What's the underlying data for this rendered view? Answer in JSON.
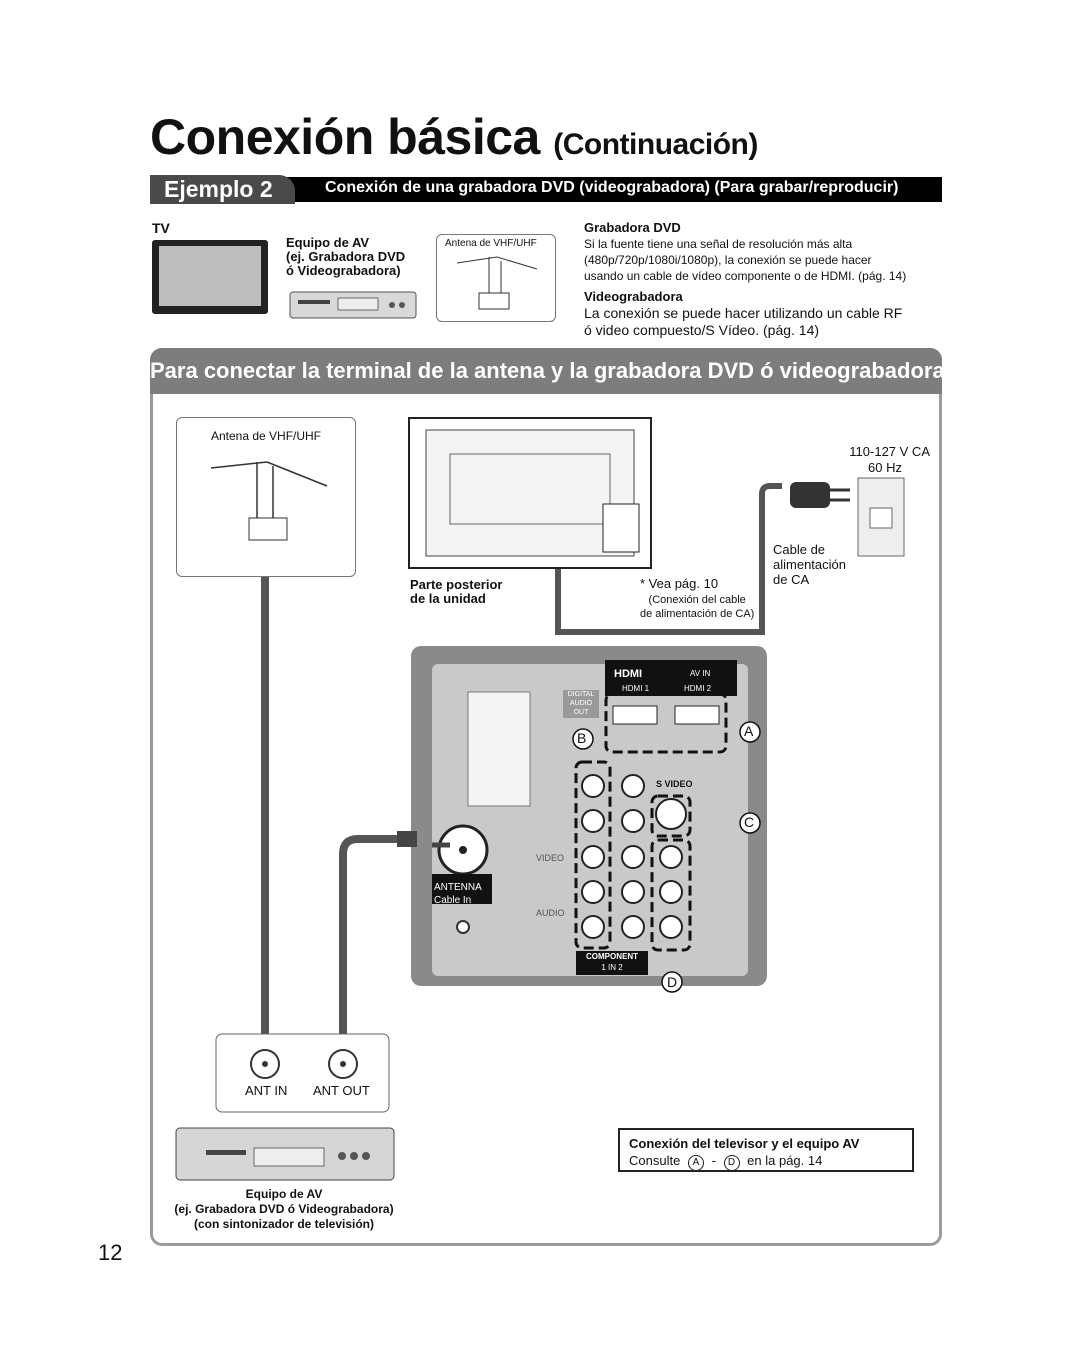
{
  "header": {
    "title": "Conexión básica",
    "subtitle": "(Continuación)"
  },
  "example": {
    "label": "Ejemplo 2",
    "description": "Conexión de una grabadora DVD (videograbadora) (Para grabar/reproducir)"
  },
  "overview": {
    "tv_label": "TV",
    "av_equipment": [
      "Equipo de AV",
      "(ej. Grabadora DVD",
      "ó Videograbadora)"
    ],
    "antenna_label": "Antena de VHF/UHF",
    "dvd_title": "Grabadora DVD",
    "dvd_text": [
      "Si la fuente tiene una señal de resolución más alta",
      "(480p/720p/1080i/1080p), la conexión se puede hacer",
      "usando un cable de vídeo componente o de HDMI. (pág. 14)"
    ],
    "vcr_title": "Videograbadora",
    "vcr_text": [
      "La conexión se puede hacer utilizando un cable RF",
      "ó video compuesto/S Vídeo. (pág. 14)"
    ]
  },
  "panel": {
    "heading": "Para conectar la terminal de la antena y la grabadora DVD ó videograbadora",
    "antenna_label": "Antena de VHF/UHF",
    "voltage": "110-127 V CA",
    "frequency": "60 Hz",
    "power_cable": [
      "Cable de",
      "alimentación",
      "de CA"
    ],
    "rear_label": [
      "Parte posterior",
      "de la unidad"
    ],
    "see_page": "* Vea pág. 10",
    "see_page_detail": [
      "(Conexión del cable",
      "de alimentación de CA)"
    ],
    "terminals": {
      "hdmi": "HDMI",
      "av_in": "AV IN",
      "hdmi1": "HDMI 1",
      "hdmi2": "HDMI 2",
      "digital_audio": [
        "DIGITAL",
        "AUDIO",
        "OUT"
      ],
      "svideo": "S VIDEO",
      "video": "VIDEO",
      "audio": "AUDIO",
      "antenna": [
        "ANTENNA",
        "Cable  In"
      ],
      "component": "COMPONENT",
      "in1": "1",
      "in_label": "IN",
      "in2": "2"
    },
    "callouts": [
      "A",
      "B",
      "C",
      "D"
    ],
    "ant_in": "ANT IN",
    "ant_out": "ANT OUT",
    "equipment_caption": [
      "Equipo de AV",
      "(ej. Grabadora DVD ó Videograbadora)",
      "(con sintonizador de televisión)"
    ],
    "note_title": "Conexión del televisor y el equipo AV",
    "note_consult": "Consulte",
    "note_a": "A",
    "note_dash": "-",
    "note_d": "D",
    "note_page": "en la pág. 14"
  },
  "page_number": "12"
}
